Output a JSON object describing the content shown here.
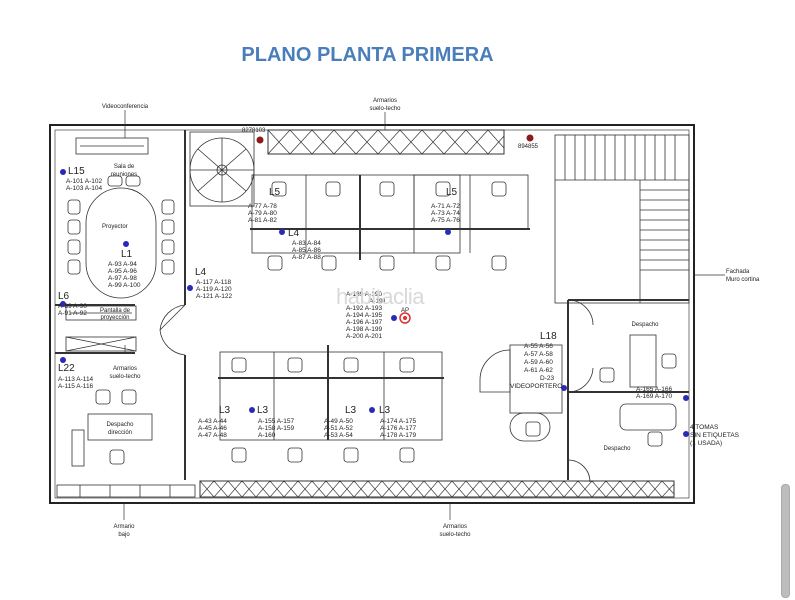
{
  "title": "PLANO PLANTA PRIMERA",
  "title_color": "#4a7ebb",
  "watermark": "habitaclia",
  "callouts": {
    "videoconferencia": "Videoconferencia",
    "armarios_top_1": "Armarios",
    "armarios_top_2": "suelo-techo",
    "fachada_1": "Fachada",
    "fachada_2": "Muro cortina",
    "armario_bajo_1": "Armario",
    "armario_bajo_2": "bajo",
    "armarios_bottom_1": "Armarios",
    "armarios_bottom_2": "suelo-techo",
    "tomas_1": "4 TOMAS",
    "tomas_2": "SIN ETIQUETAS",
    "tomas_3": "(1 USADA)"
  },
  "rooms": {
    "sala_1": "Sala de",
    "sala_2": "reuniones",
    "proyector": "Proyector",
    "pantalla_1": "Pantalla de",
    "pantalla_2": "proyección",
    "armarios_left_1": "Armarios",
    "armarios_left_2": "suelo-techo",
    "despacho_dir_1": "Despacho",
    "despacho_dir_2": "dirección",
    "despacho_1": "Despacho",
    "despacho_2": "Despacho",
    "videoportero": "VIDEOPORTERO"
  },
  "codes": {
    "top_left": "8278103",
    "top_right": "894855",
    "ap": "AP"
  },
  "zones": {
    "L15": "L15",
    "L6": "L6",
    "L22": "L22",
    "L1": "L1",
    "L4a": "L4",
    "L4b": "L4",
    "L5a": "L5",
    "L5b": "L5",
    "L3a": "L3",
    "L3b": "L3",
    "L3c": "L3",
    "L3d": "L3",
    "L18": "L18"
  },
  "outlets": {
    "g_l15": [
      "A-101 A-102",
      "A-103 A-104"
    ],
    "g_l1": [
      "A-93 A-94",
      "A-95 A-96",
      "A-97 A-98",
      "A-99 A-100"
    ],
    "g_l6": [
      "A-89 A-90",
      "A-91 A-92"
    ],
    "g_l22": [
      "A-113 A-114",
      "A-115 A-116"
    ],
    "g_l4": [
      "A-117 A-118",
      "A-119 A-120",
      "A-121 A-122"
    ],
    "g_ws1": [
      "A-77 A-78",
      "A-79 A-80",
      "A-81 A-82"
    ],
    "g_ws2": [
      "A-83 A-84",
      "A-85 A-86",
      "A-87 A-88"
    ],
    "g_ws3": [
      "A-71 A-72",
      "A-73 A-74",
      "A-75 A-76"
    ],
    "g_center": [
      "A-189 A-190",
      "A-191",
      "A-192 A-193",
      "A-194 A-195",
      "A-196 A-197",
      "A-198 A-199",
      "A-200 A-201"
    ],
    "g_b1": [
      "A-43 A-44",
      "A-45 A-46",
      "A-47 A-48"
    ],
    "g_b2": [
      "A-155 A-157",
      "A-158 A-159",
      "A-160"
    ],
    "g_b3": [
      "A-49 A-50",
      "A-51 A-52",
      "A-53 A-54"
    ],
    "g_b4": [
      "A-174 A-175",
      "A-176 A-177",
      "A-178 A-179"
    ],
    "g_l18": [
      "A-55 A-56",
      "A-57 A-58",
      "A-59 A-60",
      "A-61 A-62",
      "D-23"
    ],
    "g_right": [
      "A-165 A-166",
      "A-169 A-170"
    ]
  }
}
